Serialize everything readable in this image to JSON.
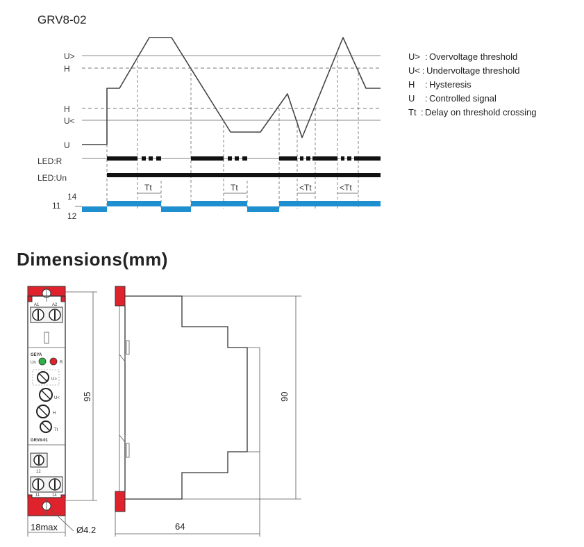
{
  "title": "GRV8-02",
  "timing_diagram": {
    "level_labels": {
      "u_over": "U>",
      "h_upper": "H",
      "h_lower": "H",
      "u_under": "U<",
      "u": "U"
    },
    "track_labels": {
      "led_r": "LED:R",
      "led_un": "LED:Un",
      "contact_14": "14",
      "contact_11": "11",
      "contact_12": "12"
    },
    "delay_labels": [
      "Tt",
      "Tt",
      "<Tt",
      "<Tt"
    ],
    "colors": {
      "relay": "#1e8fcf",
      "led": "#111111",
      "signal": "#444444"
    }
  },
  "legend": [
    {
      "key": "U>",
      "sep": ":",
      "text": "Overvoltage threshold"
    },
    {
      "key": "U<",
      "sep": ":",
      "text": "Undervoltage threshold"
    },
    {
      "key": "H",
      "sep": ":",
      "text": "Hysteresis"
    },
    {
      "key": "U",
      "sep": ":",
      "text": "Controlled signal"
    },
    {
      "key": "Tt",
      "sep": ":",
      "text": "Delay on threshold crossing"
    }
  ],
  "dimensions": {
    "heading": "Dimensions(mm)",
    "height_front": "95",
    "height_side": "90",
    "width_front": "18max",
    "hole": "Ø4.2",
    "depth_side": "64"
  },
  "device": {
    "terminals_top": [
      "A1",
      "A2"
    ],
    "terminals_bottom_1": [
      "12"
    ],
    "terminals_bottom_2": [
      "11",
      "14"
    ],
    "brand": "GEYA",
    "led_un": "Un",
    "led_r": "R",
    "model": "GRV8-01",
    "knob_labels": [
      "U>",
      "U<",
      "H",
      "Tt"
    ],
    "colors": {
      "clip": "#e0222c",
      "led_green": "#2db34a",
      "led_red": "#e0222c"
    }
  }
}
